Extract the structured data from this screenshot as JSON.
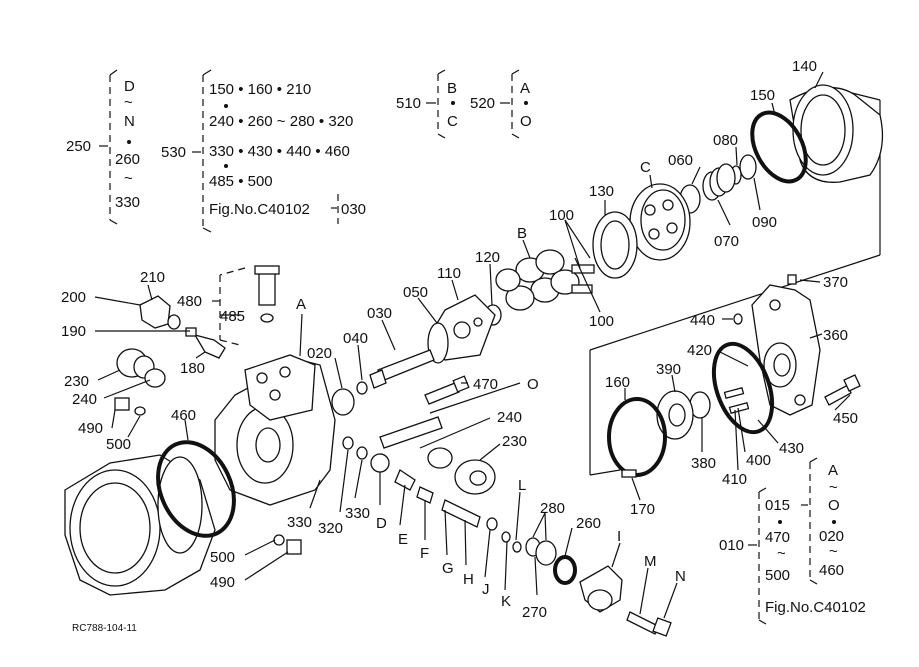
{
  "drawing_code": "RC788-104-11",
  "groups": {
    "g250": {
      "num": "250",
      "a": "D",
      "tilde1": "~",
      "b": "N",
      "c": "260",
      "tilde2": "~",
      "d": "330"
    },
    "g530": {
      "num": "530",
      "r1": "150 • 160 • 210",
      "r2": "240 • 260 ~ 280 • 320",
      "r3": "330 • 430 • 440 • 460",
      "r4": "485 • 500",
      "r5": "Fig.No.C40102",
      "r5b": "030"
    },
    "g510": {
      "num": "510",
      "a": "B",
      "b": "C"
    },
    "g520": {
      "num": "520",
      "a": "A",
      "b": "O"
    },
    "g010": {
      "num": "010",
      "a": "015",
      "b": "470",
      "tilde": "~",
      "c": "500",
      "d": "A",
      "tilde2": "~",
      "e": "O",
      "f": "020",
      "tilde3": "~",
      "g": "460",
      "fig": "Fig.No.C40102"
    }
  },
  "callouts": {
    "c140": "140",
    "c150a": "150",
    "c080": "080",
    "c060": "060",
    "cC": "C",
    "c130": "130",
    "c100a": "100",
    "c100b": "100",
    "cB": "B",
    "c090": "090",
    "c070": "070",
    "c370": "370",
    "c440": "440",
    "c360": "360",
    "c420": "420",
    "c390": "390",
    "c160": "160",
    "c450": "450",
    "c430": "430",
    "c400": "400",
    "c380": "380",
    "c410": "410",
    "c170": "170",
    "c210": "210",
    "c200": "200",
    "c480": "480",
    "c485": "485",
    "cA": "A",
    "c190": "190",
    "c180": "180",
    "c230a": "230",
    "c240a": "240",
    "c490a": "490",
    "c500a": "500",
    "c460": "460",
    "c120": "120",
    "c110": "110",
    "c050": "050",
    "c030": "030",
    "c040": "040",
    "c020": "020",
    "c470": "470",
    "cO": "O",
    "c240b": "240",
    "c230b": "230",
    "cL": "L",
    "c280": "280",
    "c260": "260",
    "cI": "I",
    "cM": "M",
    "cN": "N",
    "c330a": "330",
    "c320": "320",
    "c330b": "330",
    "cD": "D",
    "cE": "E",
    "cF": "F",
    "cG": "G",
    "cH": "H",
    "cJ": "J",
    "cK": "K",
    "c270": "270",
    "c500b": "500",
    "c490b": "490"
  }
}
